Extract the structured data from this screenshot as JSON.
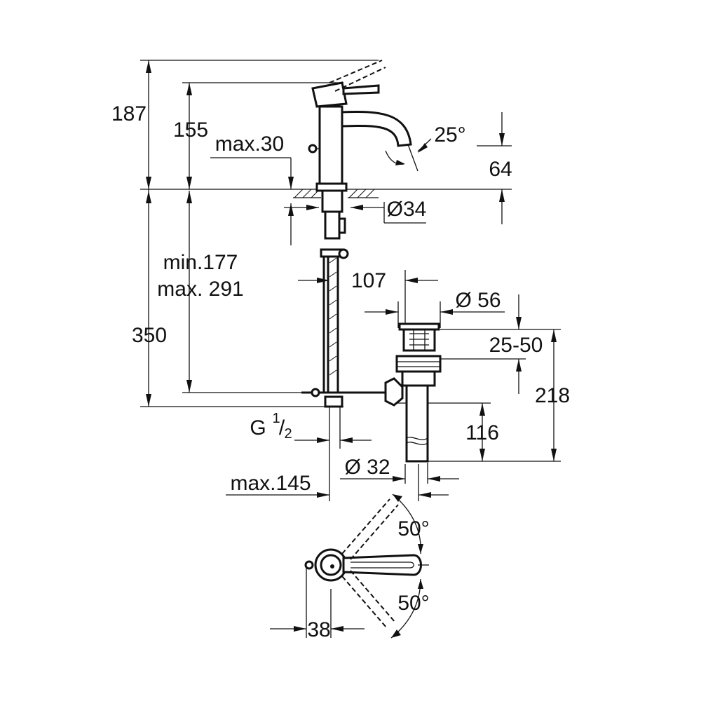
{
  "dimensions": {
    "total_height": "187",
    "lever_height": "155",
    "deck_thickness": "max.30",
    "spout_angle": "25°",
    "spout_clearance": "64",
    "hole_diameter": "Ø34",
    "hose_length_min": "min.177",
    "hose_length_max": "max. 291",
    "spout_reach": "107",
    "supply_length": "350",
    "waste_diameter": "Ø 56",
    "plug_lift": "25-50",
    "waste_height": "218",
    "waste_tail": "116",
    "connection_thread": "G",
    "connection_thread_sup": "1",
    "connection_thread_sub": "2",
    "tailpipe_diameter": "Ø 32",
    "max_offset": "max.145",
    "lever_angle_top": "50°",
    "lever_angle_bottom": "50°",
    "body_diameter": "38"
  }
}
